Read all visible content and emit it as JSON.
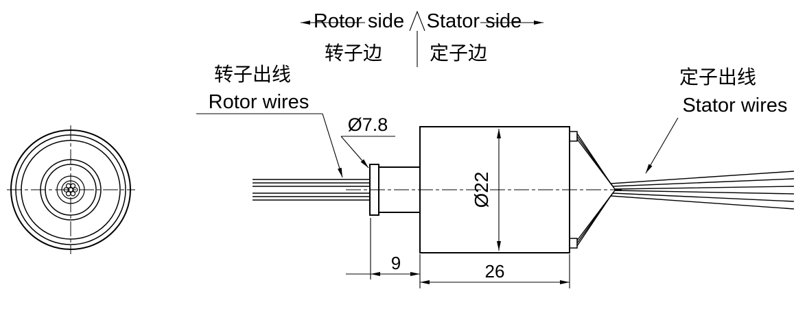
{
  "drawing": {
    "header": {
      "rotor_side_en": "Rotor side",
      "stator_side_en": "Stator side",
      "rotor_side_zh": "转子边",
      "stator_side_zh": "定子边"
    },
    "callouts": {
      "rotor_wires_zh": "转子出线",
      "rotor_wires_en": "Rotor wires",
      "stator_wires_zh": "定子出线",
      "stator_wires_en": "Stator wires"
    },
    "dimensions": {
      "shaft_diameter": "Ø7.8",
      "body_diameter": "Ø22",
      "shaft_length": "9",
      "body_length": "26"
    },
    "colors": {
      "line": "#000000",
      "background": "#ffffff"
    }
  }
}
